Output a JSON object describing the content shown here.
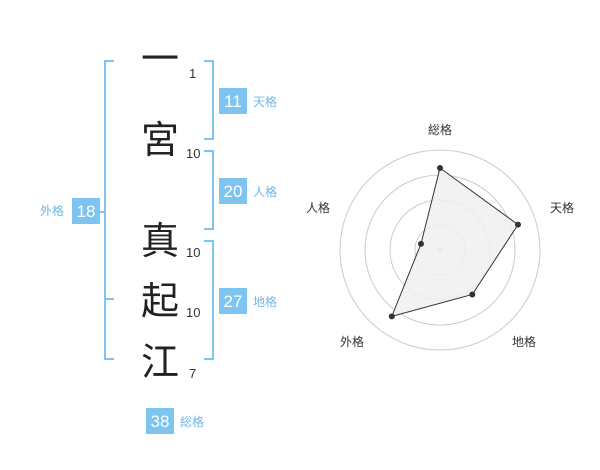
{
  "colors": {
    "accent": "#7ec4f0",
    "accent_text": "#6fb8e8",
    "grid": "#cccccc",
    "polygon_fill": "#f0f0f0",
    "polygon_stroke": "#333333",
    "dot": "#333333"
  },
  "name": {
    "chars": [
      {
        "char": "一",
        "strokes": "1"
      },
      {
        "char": "宮",
        "strokes": "10"
      },
      {
        "char": "真",
        "strokes": "10"
      },
      {
        "char": "起",
        "strokes": "10"
      },
      {
        "char": "江",
        "strokes": "7"
      }
    ]
  },
  "kakusu": {
    "tenkaku": {
      "value": "11",
      "label": "天格"
    },
    "jinkaku": {
      "value": "20",
      "label": "人格"
    },
    "chikaku": {
      "value": "27",
      "label": "地格"
    },
    "gaikaku": {
      "value": "18",
      "label": "外格"
    },
    "soukaku": {
      "value": "38",
      "label": "総格"
    }
  },
  "chart_data": {
    "type": "radar",
    "axes": [
      "総格",
      "天格",
      "地格",
      "外格",
      "人格"
    ],
    "values": [
      0.82,
      0.82,
      0.55,
      0.82,
      0.2
    ],
    "rings": 4,
    "max": 1
  }
}
